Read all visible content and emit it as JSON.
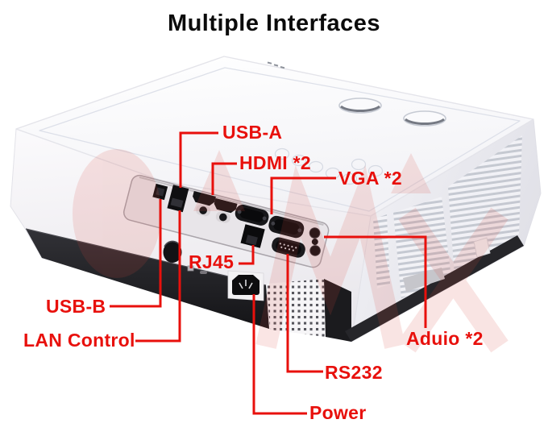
{
  "title": "Multiple Interfaces",
  "callouts": {
    "usb_a": "USB-A",
    "hdmi": "HDMI *2",
    "vga": "VGA *2",
    "rj45": "RJ45",
    "usb_b": "USB-B",
    "lan_control": "LAN Control",
    "audio": "Aduio *2",
    "rs232": "RS232",
    "power": "Power"
  },
  "colors": {
    "callout_red": "#e8100c",
    "title_black": "#0b0b0b",
    "body_white": "#ffffff",
    "base_black": "#232327",
    "panel_gray": "#e8e5e9",
    "watermark_pink": "#d9493e"
  },
  "figure": {
    "subject": "projector rear three-quarter view",
    "ports_depicted": [
      "USB-B",
      "USB-A / LAN",
      "HDMI x2",
      "VGA x2",
      "RJ45",
      "RS232",
      "Audio jacks x2",
      "AC power inlet"
    ]
  }
}
